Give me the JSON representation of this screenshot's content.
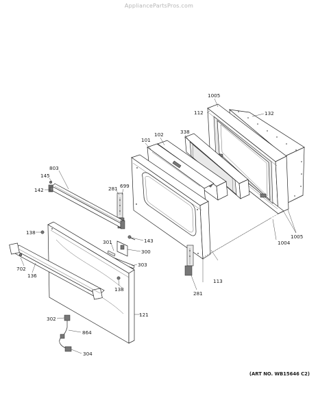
{
  "watermark": "AppliancePartsPros.com",
  "art_number": "(ART NO. WB15646 C2)",
  "callouts": [
    {
      "id": "1005-top",
      "label": "1005"
    },
    {
      "id": "112",
      "label": "112"
    },
    {
      "id": "132",
      "label": "132"
    },
    {
      "id": "338",
      "label": "338"
    },
    {
      "id": "102",
      "label": "102"
    },
    {
      "id": "101",
      "label": "101"
    },
    {
      "id": "803",
      "label": "803"
    },
    {
      "id": "145",
      "label": "145"
    },
    {
      "id": "142",
      "label": "142"
    },
    {
      "id": "281-left",
      "label": "281"
    },
    {
      "id": "699",
      "label": "699"
    },
    {
      "id": "138-left",
      "label": "138"
    },
    {
      "id": "143",
      "label": "143"
    },
    {
      "id": "301",
      "label": "301"
    },
    {
      "id": "300",
      "label": "300"
    },
    {
      "id": "303",
      "label": "303"
    },
    {
      "id": "702",
      "label": "702"
    },
    {
      "id": "136",
      "label": "136"
    },
    {
      "id": "138-right",
      "label": "138"
    },
    {
      "id": "113",
      "label": "113"
    },
    {
      "id": "281-right",
      "label": "281"
    },
    {
      "id": "1004",
      "label": "1004"
    },
    {
      "id": "1005-right",
      "label": "1005"
    },
    {
      "id": "121",
      "label": "121"
    },
    {
      "id": "302",
      "label": "302"
    },
    {
      "id": "864",
      "label": "864"
    },
    {
      "id": "304",
      "label": "304"
    }
  ]
}
